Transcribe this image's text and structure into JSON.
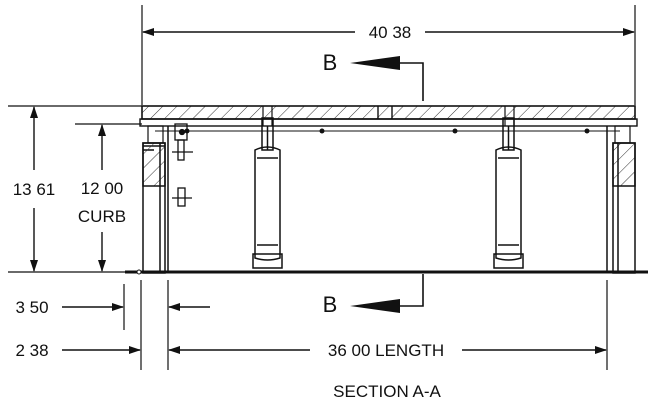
{
  "dimensions": {
    "overall_width": "40 38",
    "overall_height": "13 61",
    "curb_height": "12 00",
    "curb_label": "CURB",
    "offset_a": "3 50",
    "offset_b": "2 38",
    "length": "36 00 LENGTH"
  },
  "section_markers": {
    "top": "B",
    "bottom": "B"
  },
  "caption": "SECTION A-A"
}
